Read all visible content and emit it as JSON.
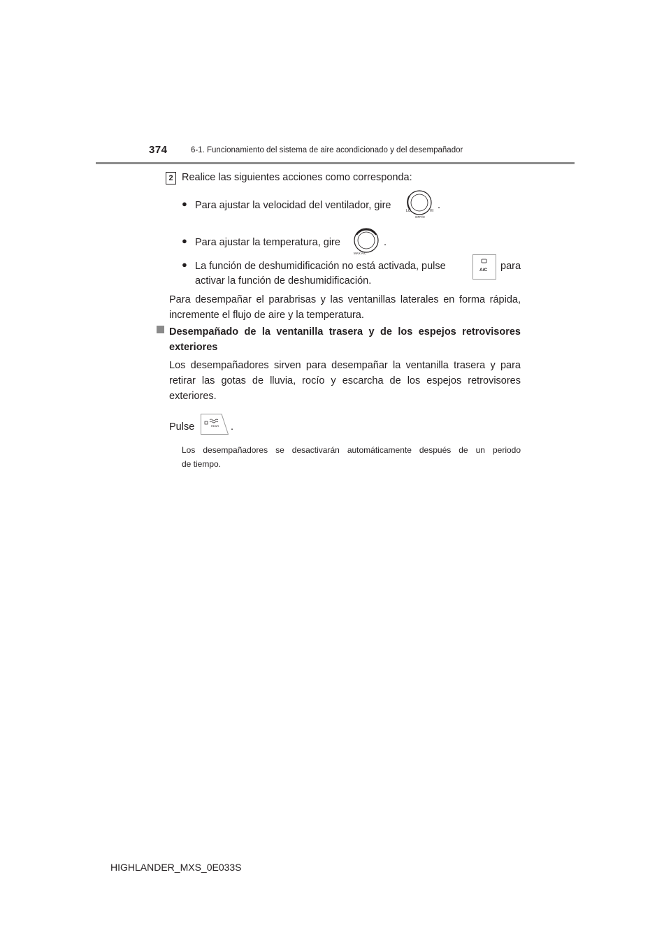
{
  "header": {
    "page_number": "374",
    "section_title": "6-1. Funcionamiento del sistema de aire acondicionado y del desempañador"
  },
  "step": {
    "number": "2",
    "intro": "Realice las siguientes acciones como corresponda:",
    "bullets": [
      {
        "text": "Para ajustar la velocidad del ventilador, gire",
        "tail": "."
      },
      {
        "text": "Para ajustar la temperatura, gire",
        "tail": "."
      },
      {
        "line1_left": "La función de deshumidificación no está activada, pulse",
        "line1_right": "para",
        "line2": "activar la función de deshumidificación."
      }
    ],
    "paragraph": {
      "line1": "Para desempañar el parabrisas y las ventanillas laterales en forma rápida,",
      "line2": "incremente el flujo de aire y la temperatura."
    }
  },
  "section": {
    "heading_line1": "Desempañado de la ventanilla trasera y de los espejos retrovisores",
    "heading_line2": "exteriores",
    "para_line1": "Los desempañadores sirven para desempañar la ventanilla trasera y para",
    "para_line2": "retirar las gotas de lluvia, rocío y escarcha de los espejos retrovisores",
    "para_line3": "exteriores.",
    "pulse": "Pulse",
    "pulse_tail": ".",
    "note_line1": "Los desempañadores se desactivarán automáticamente después de un periodo",
    "note_line2": "de tiempo."
  },
  "icons": {
    "fan_knob": {
      "left_label": "LO",
      "right_label": "HI",
      "bottom_label": "OFF/O"
    },
    "temp_knob": {
      "bottom_label": "MAX A/C"
    },
    "ac_button": {
      "label": "A/C"
    },
    "rear_defog_button": {
      "label": "REAR"
    }
  },
  "footer": {
    "doc_id": "HIGHLANDER_MXS_0E033S"
  }
}
